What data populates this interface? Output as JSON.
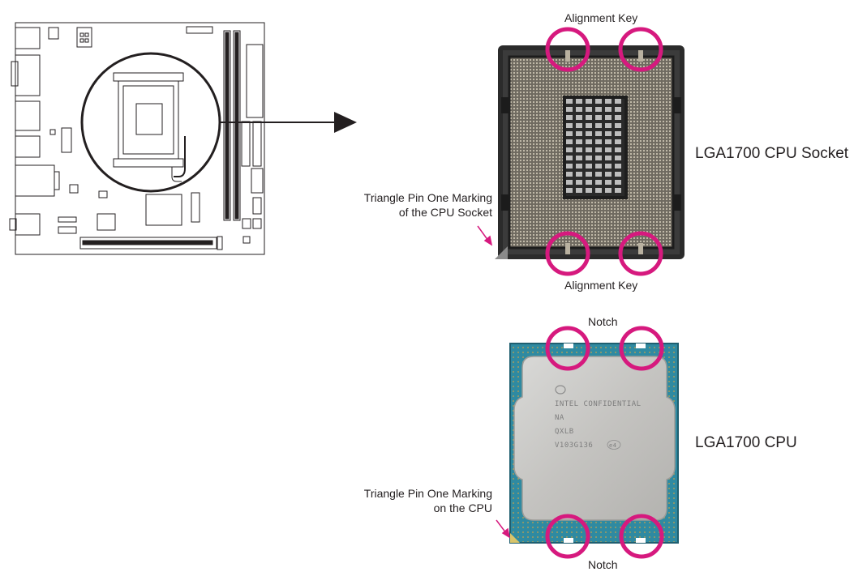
{
  "labels": {
    "socket_alignment_key_top": "Alignment Key",
    "socket_alignment_key_bottom": "Alignment Key",
    "socket_name": "LGA1700 CPU Socket",
    "socket_triangle_line1": "Triangle Pin One Marking",
    "socket_triangle_line2": "of the CPU Socket",
    "cpu_notch_top": "Notch",
    "cpu_notch_bottom": "Notch",
    "cpu_name": "LGA1700 CPU",
    "cpu_triangle_line1": "Triangle Pin One Marking",
    "cpu_triangle_line2": "on the CPU"
  },
  "cpu_marking": {
    "line1": "INTEL CONFIDENTIAL",
    "line2": "NA",
    "line3": "QXLB",
    "line4": "V103G136",
    "line4_badge": "e4"
  },
  "colors": {
    "highlight": "#d6197e",
    "arrow": "#231f20",
    "pcb_blue": "#2f8aa1"
  },
  "icons": {
    "motherboard": "motherboard-layout-diagram",
    "socket": "cpu-socket-photo",
    "cpu": "cpu-photo",
    "arrow": "right-arrow-icon"
  }
}
